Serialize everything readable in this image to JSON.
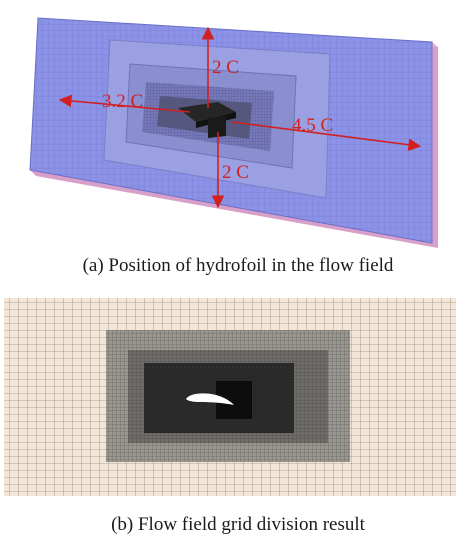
{
  "figure_a": {
    "caption": "(a) Position of hydrofoil in the flow field",
    "dimensions": {
      "top": "2 C",
      "bottom": "2 C",
      "left": "3.2 C",
      "right": "4.5 C"
    },
    "colors": {
      "domain": "#8c92e6",
      "domain_edge": "#d8a0c8",
      "dimension": "#d22020"
    }
  },
  "figure_b": {
    "caption": "(b) Flow field grid division result",
    "colors": {
      "outer_mesh": "#f3e6d8",
      "mid_mesh": "#9a9690",
      "inner_mesh": "#252525",
      "hydrofoil": "#ffffff"
    }
  }
}
